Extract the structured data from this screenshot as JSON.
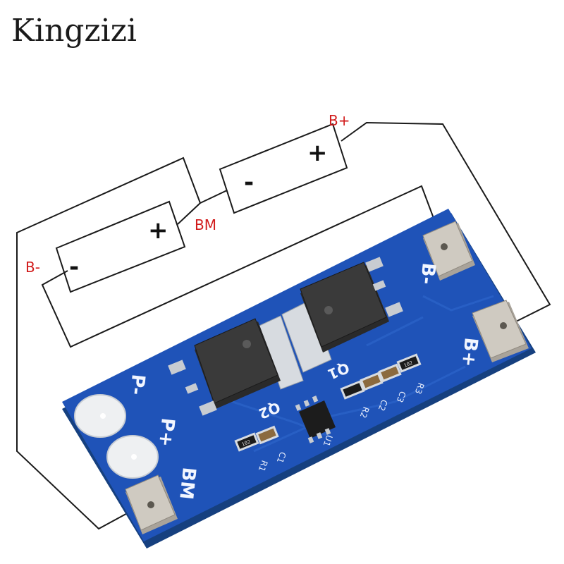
{
  "brand": {
    "name": "Kingzizi"
  },
  "terminals": {
    "b_plus": "B+",
    "b_minus": "B-",
    "bm": "BM"
  },
  "cells": {
    "upper": {
      "neg": "-",
      "pos": "+"
    },
    "lower": {
      "neg": "-",
      "pos": "+"
    }
  },
  "board": {
    "pad_labels": {
      "b_minus": "B-",
      "b_plus": "B+",
      "p_minus": "P-",
      "p_plus": "P+",
      "bm": "BM"
    },
    "components": {
      "q1": "Q1",
      "q2": "Q2",
      "u1": "U1",
      "r1": "R1",
      "c1": "C1",
      "r2": "R2",
      "c2": "C2",
      "c3": "C3",
      "r3": "R3"
    },
    "resistor_codes": {
      "r1": "102",
      "r3": "102"
    }
  },
  "colors": {
    "pcb": "#1f53b8",
    "wire_label": "#d11a1a",
    "pad_metal": "#c9c4ba"
  }
}
